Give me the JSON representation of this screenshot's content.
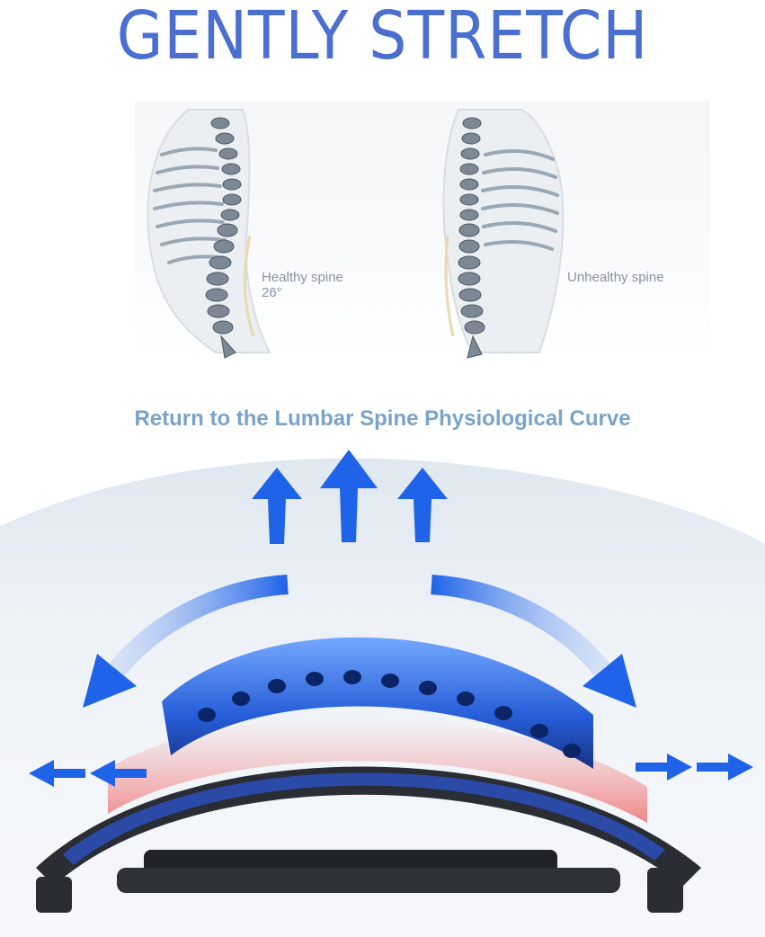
{
  "headline": "GENTLY STRETCH",
  "spines": {
    "healthy": {
      "label": "Healthy spine",
      "angle": "26°"
    },
    "unhealthy": {
      "label": "Unhealthy spine"
    }
  },
  "subtitle": "Return to the Lumbar Spine Physiological Curve",
  "colors": {
    "headline": "#4a6fd0",
    "arrow": "#1f63e8",
    "subtitle": "#7aa3c8",
    "stretcher": "#2a2d33",
    "padding": "#2b4aa8"
  },
  "icons": [
    "arrow-up-icon",
    "curved-arrow-left-icon",
    "curved-arrow-right-icon",
    "arrow-left-icon",
    "arrow-right-icon"
  ]
}
